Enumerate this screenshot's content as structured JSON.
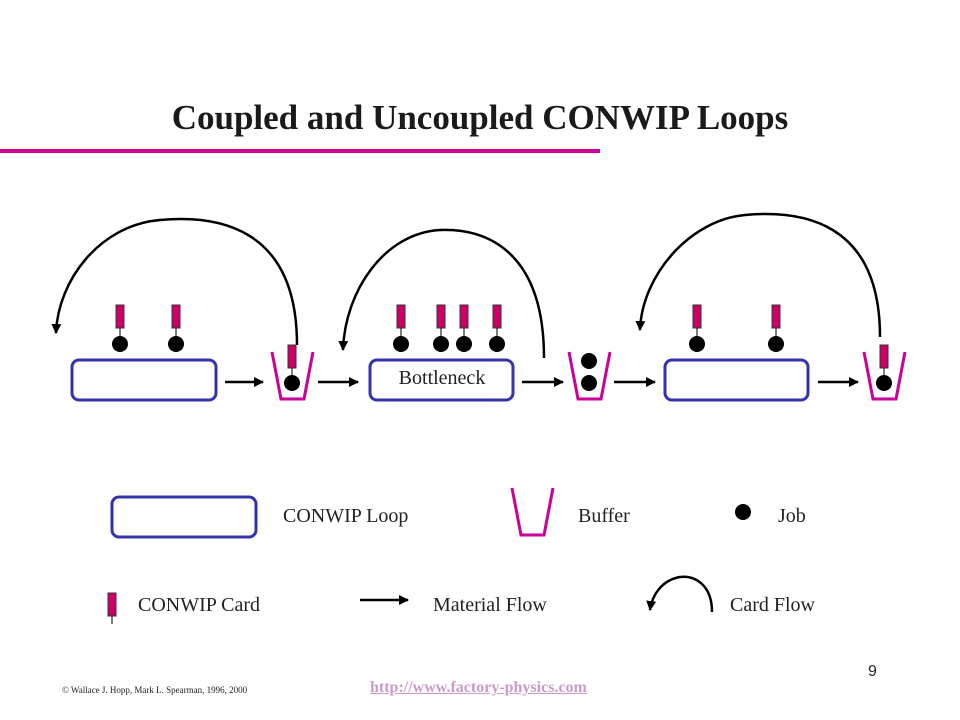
{
  "slide": {
    "title": "Coupled and Uncoupled CONWIP Loops",
    "page_number": "9"
  },
  "diagram": {
    "bottleneck_label": "Bottleneck"
  },
  "legend": {
    "conwip_loop": "CONWIP Loop",
    "buffer": "Buffer",
    "job": "Job",
    "conwip_card": "CONWIP Card",
    "material_flow": "Material Flow",
    "card_flow": "Card Flow"
  },
  "footer": {
    "copyright": "© Wallace J. Hopp, Mark L. Spearman, 1996, 2000",
    "link": "http://www.factory-physics.com"
  },
  "colors": {
    "accent": "#cc0099",
    "loop_border": "#3333aa",
    "ink": "#000000"
  }
}
